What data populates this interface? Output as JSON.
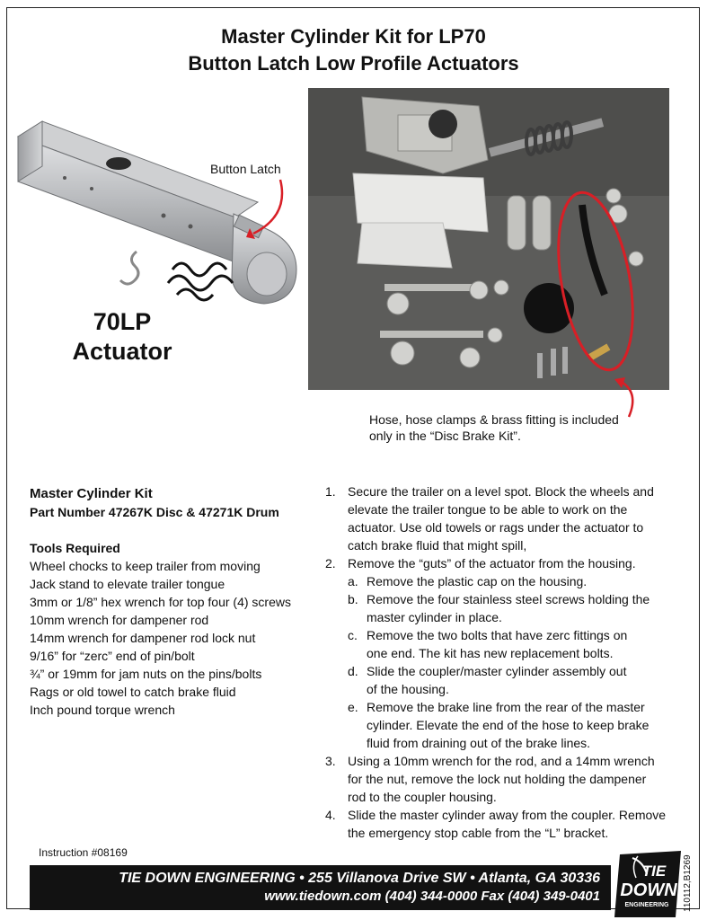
{
  "title": {
    "line1": "Master Cylinder Kit for LP70",
    "line2": "Button Latch Low Profile Actuators"
  },
  "figure": {
    "callout": "Button Latch",
    "model_line1": "70LP",
    "model_line2": "Actuator",
    "photo_caption_line1": "Hose, hose clamps & brass fitting is included",
    "photo_caption_line2": "only in the “Disc Brake Kit”.",
    "accent_color": "#d81f26"
  },
  "kit": {
    "heading": "Master Cylinder Kit",
    "part_number": "Part Number 47267K Disc & 47271K Drum",
    "tools_heading": "Tools Required",
    "tools": [
      "Wheel chocks to keep trailer from moving",
      "Jack stand to elevate trailer tongue",
      "3mm or 1/8” hex wrench for top four (4) screws",
      "10mm wrench for dampener rod",
      "14mm wrench for dampener rod lock nut",
      "9/16” for “zerc” end of pin/bolt",
      "¾” or 19mm for jam nuts on the pins/bolts",
      "Rags or old towel to catch brake fluid",
      "Inch pound torque wrench"
    ]
  },
  "steps": [
    {
      "num": "1.",
      "lines": [
        "Secure the trailer on a level spot. Block the wheels and",
        "elevate the trailer tongue to be able to work on the",
        "actuator. Use old towels or rags under the actuator to",
        "catch brake fluid that might spill,"
      ]
    },
    {
      "num": "2.",
      "lines": [
        "Remove the “guts” of the actuator from the housing."
      ],
      "subs": [
        {
          "letter": "a.",
          "lines": [
            "Remove the plastic cap on the housing."
          ]
        },
        {
          "letter": "b.",
          "lines": [
            "Remove the four stainless steel screws holding the",
            "master cylinder in place."
          ]
        },
        {
          "letter": "c.",
          "lines": [
            "Remove the two bolts that have zerc fittings on",
            "one end. The kit has new replacement bolts."
          ]
        },
        {
          "letter": "d.",
          "lines": [
            "Slide the coupler/master cylinder assembly out",
            "of the housing."
          ]
        },
        {
          "letter": "e.",
          "lines": [
            "Remove the brake line from the rear of the master",
            "cylinder. Elevate the end of the hose to keep brake",
            "fluid from draining out of the brake lines."
          ]
        }
      ]
    },
    {
      "num": "3.",
      "lines": [
        "Using a 10mm wrench for the rod, and a 14mm wrench",
        "for the nut, remove the lock nut holding the dampener",
        "rod to the coupler housing."
      ]
    },
    {
      "num": "4.",
      "lines": [
        "Slide the master cylinder away from the coupler. Remove",
        "the emergency stop cable from the “L” bracket."
      ]
    }
  ],
  "footer": {
    "instruction": "Instruction #08169",
    "line1": "TIE DOWN ENGINEERING • 255 Villanova Drive SW • Atlanta, GA 30336",
    "line2": "www.tiedown.com  (404) 344-0000  Fax (404) 349-0401",
    "logo_line1": "TIE",
    "logo_line2": "DOWN",
    "logo_line3": "ENGINEERING",
    "code": "110112,B1269"
  }
}
